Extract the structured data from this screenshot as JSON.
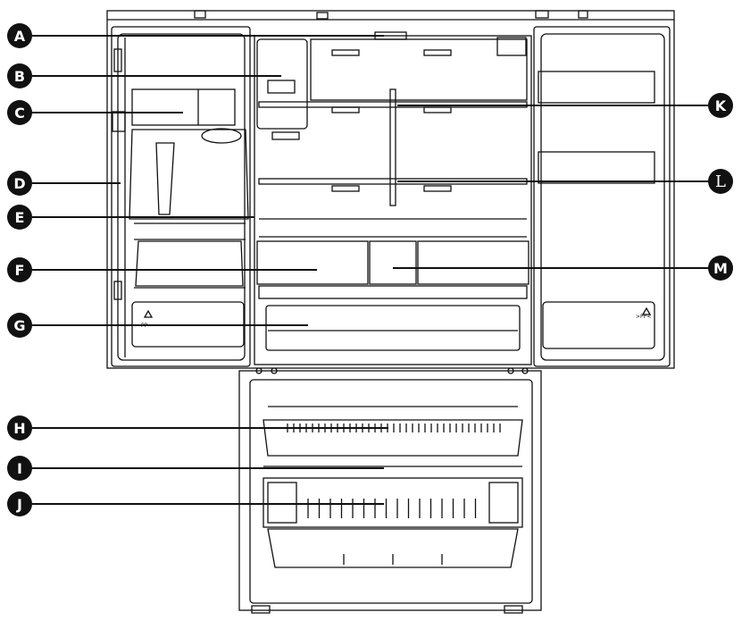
{
  "callouts": [
    {
      "id": "A",
      "label": "A"
    },
    {
      "id": "B",
      "label": "B"
    },
    {
      "id": "C",
      "label": "C"
    },
    {
      "id": "D",
      "label": "D"
    },
    {
      "id": "E",
      "label": "E"
    },
    {
      "id": "F",
      "label": "F"
    },
    {
      "id": "G",
      "label": "G"
    },
    {
      "id": "H",
      "label": "H"
    },
    {
      "id": "I",
      "label": "I"
    },
    {
      "id": "J",
      "label": "J"
    },
    {
      "id": "K",
      "label": "K"
    },
    {
      "id": "L",
      "label": "L"
    },
    {
      "id": "M",
      "label": "M"
    }
  ],
  "door_marks": {
    "left": "PP",
    "right": ">PP<"
  },
  "colors": {
    "line": "#111111",
    "badge": "#111111",
    "background": "#ffffff"
  }
}
